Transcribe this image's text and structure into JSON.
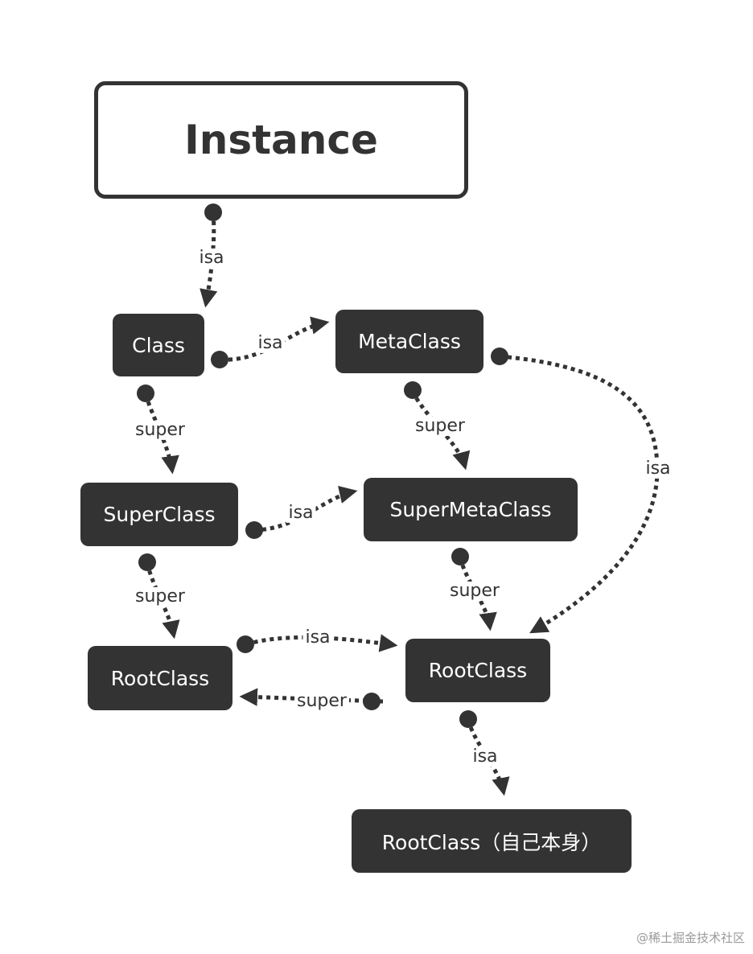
{
  "nodes": {
    "instance": "Instance",
    "class": "Class",
    "metaclass": "MetaClass",
    "superclass": "SuperClass",
    "supermetaclass": "SuperMetaClass",
    "rootclass_left": "RootClass",
    "rootclass_right": "RootClass",
    "rootclass_self": "RootClass（自己本身）"
  },
  "edges": {
    "instance_to_class": "isa",
    "class_to_metaclass": "isa",
    "class_to_superclass": "super",
    "metaclass_to_supermetaclass": "super",
    "metaclass_to_rootclass": "isa",
    "superclass_to_supermetaclass": "isa",
    "superclass_to_rootclass": "super",
    "supermetaclass_to_rootclass": "super",
    "rootclass_left_to_right": "isa",
    "rootclass_right_to_left": "super",
    "rootclass_to_self": "isa"
  },
  "watermark": "@稀土掘金技术社区",
  "colors": {
    "node": "#333333",
    "edge": "#333333",
    "background": "#ffffff"
  }
}
